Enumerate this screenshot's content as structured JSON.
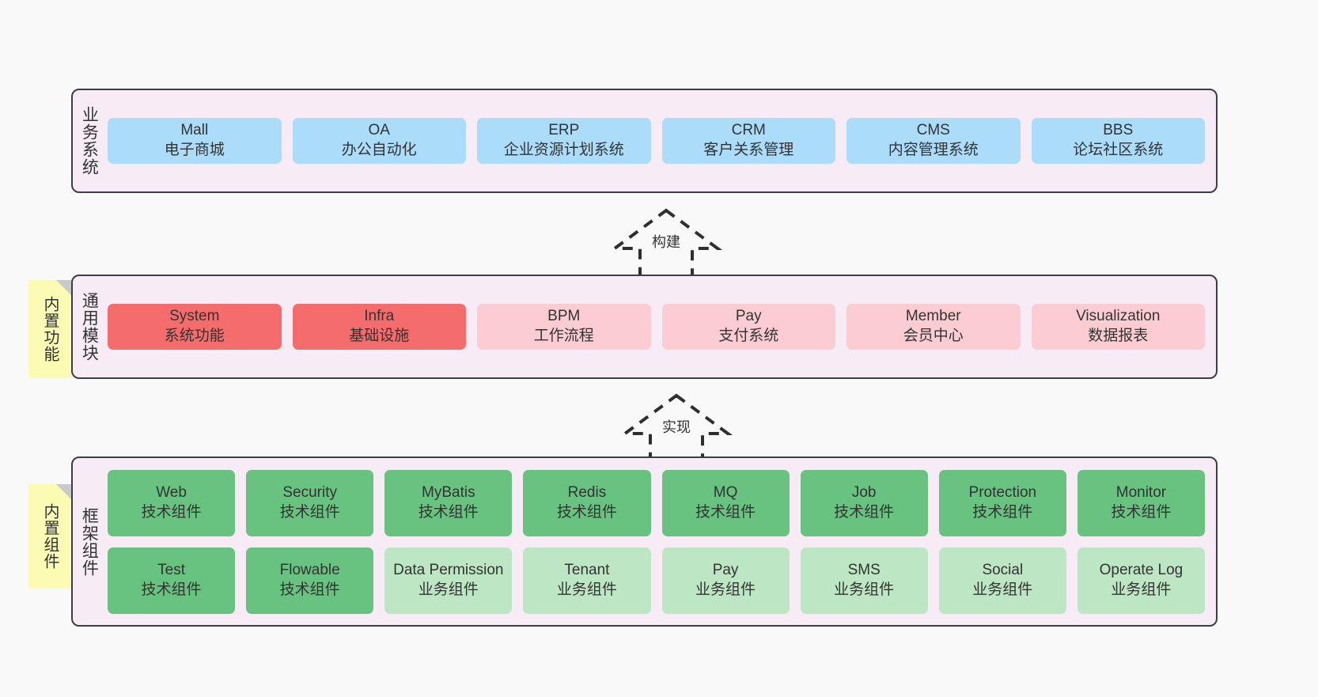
{
  "layers": [
    {
      "id": "business-systems",
      "title": "业务系统",
      "cards": [
        {
          "t1": "Mall",
          "t2": "电子商城",
          "color": "blue"
        },
        {
          "t1": "OA",
          "t2": "办公自动化",
          "color": "blue"
        },
        {
          "t1": "ERP",
          "t2": "企业资源计划系统",
          "color": "blue"
        },
        {
          "t1": "CRM",
          "t2": "客户关系管理",
          "color": "blue"
        },
        {
          "t1": "CMS",
          "t2": "内容管理系统",
          "color": "blue"
        },
        {
          "t1": "BBS",
          "t2": "论坛社区系统",
          "color": "blue"
        }
      ]
    },
    {
      "id": "common-modules",
      "title": "通用模块",
      "note": "内置功能",
      "cards": [
        {
          "t1": "System",
          "t2": "系统功能",
          "color": "red"
        },
        {
          "t1": "Infra",
          "t2": "基础设施",
          "color": "red"
        },
        {
          "t1": "BPM",
          "t2": "工作流程",
          "color": "pink"
        },
        {
          "t1": "Pay",
          "t2": "支付系统",
          "color": "pink"
        },
        {
          "t1": "Member",
          "t2": "会员中心",
          "color": "pink"
        },
        {
          "t1": "Visualization",
          "t2": "数据报表",
          "color": "pink"
        }
      ]
    },
    {
      "id": "framework-components",
      "title": "框架组件",
      "note": "内置组件",
      "rows": [
        [
          {
            "t1": "Web",
            "t2": "技术组件",
            "color": "green"
          },
          {
            "t1": "Security",
            "t2": "技术组件",
            "color": "green"
          },
          {
            "t1": "MyBatis",
            "t2": "技术组件",
            "color": "green"
          },
          {
            "t1": "Redis",
            "t2": "技术组件",
            "color": "green"
          },
          {
            "t1": "MQ",
            "t2": "技术组件",
            "color": "green"
          },
          {
            "t1": "Job",
            "t2": "技术组件",
            "color": "green"
          },
          {
            "t1": "Protection",
            "t2": "技术组件",
            "color": "green"
          },
          {
            "t1": "Monitor",
            "t2": "技术组件",
            "color": "green"
          }
        ],
        [
          {
            "t1": "Test",
            "t2": "技术组件",
            "color": "green"
          },
          {
            "t1": "Flowable",
            "t2": "技术组件",
            "color": "green"
          },
          {
            "t1": "Data Permission",
            "t2": "业务组件",
            "color": "lgreen"
          },
          {
            "t1": "Tenant",
            "t2": "业务组件",
            "color": "lgreen"
          },
          {
            "t1": "Pay",
            "t2": "业务组件",
            "color": "lgreen"
          },
          {
            "t1": "SMS",
            "t2": "业务组件",
            "color": "lgreen"
          },
          {
            "t1": "Social",
            "t2": "业务组件",
            "color": "lgreen"
          },
          {
            "t1": "Operate Log",
            "t2": "业务组件",
            "color": "lgreen"
          }
        ]
      ]
    }
  ],
  "connectors": [
    {
      "id": "build",
      "label": "构建"
    },
    {
      "id": "implement",
      "label": "实现"
    }
  ],
  "colors": {
    "container_bg": "#f7ebf5",
    "container_border": "#3c3f41",
    "blue": "#abddfb",
    "red": "#f56c6c",
    "pink": "#fbcdd3",
    "green": "#67c37f",
    "light_green": "#bde7c4",
    "note_yellow": "#fcfbb4",
    "page_bg": "#f9f9f9"
  }
}
